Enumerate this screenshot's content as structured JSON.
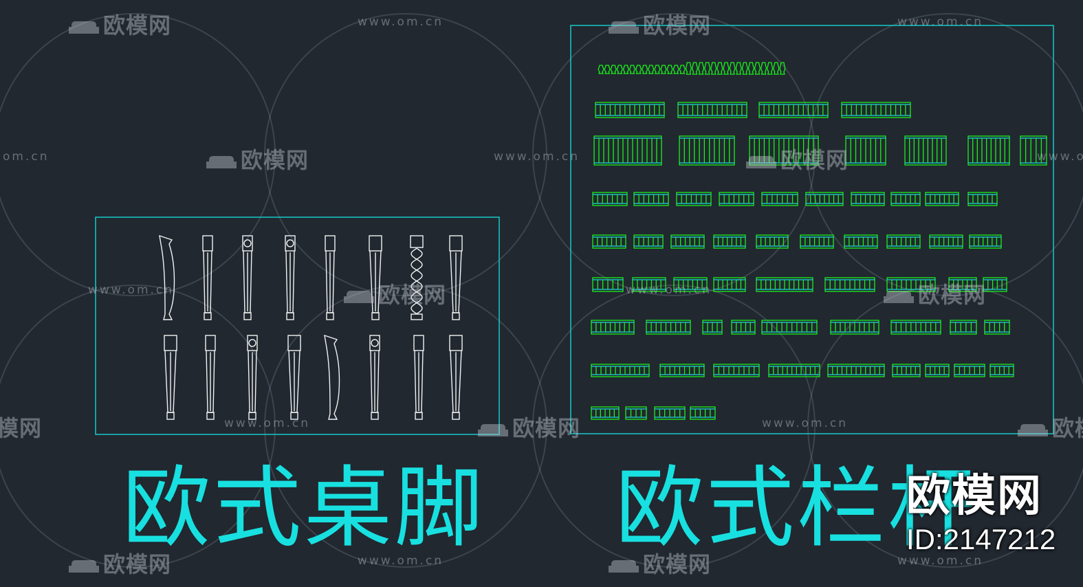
{
  "colors": {
    "background": "#212830",
    "frame": "#17c9c9",
    "title": "#18e0e0",
    "table_leg_line": "#f2f2f2",
    "railing_line": "#19f219",
    "railing_accent": "#1dd6e8",
    "watermark": "#9aa0aa"
  },
  "titles": {
    "left": "欧式桌脚",
    "right": "欧式栏杆"
  },
  "watermark": {
    "brand": "欧模网",
    "url": "www.om.cn",
    "url_partial": "om.cn",
    "icon": "sofa-icon"
  },
  "corner": {
    "brand": "欧模网",
    "id": "ID:2147212"
  }
}
